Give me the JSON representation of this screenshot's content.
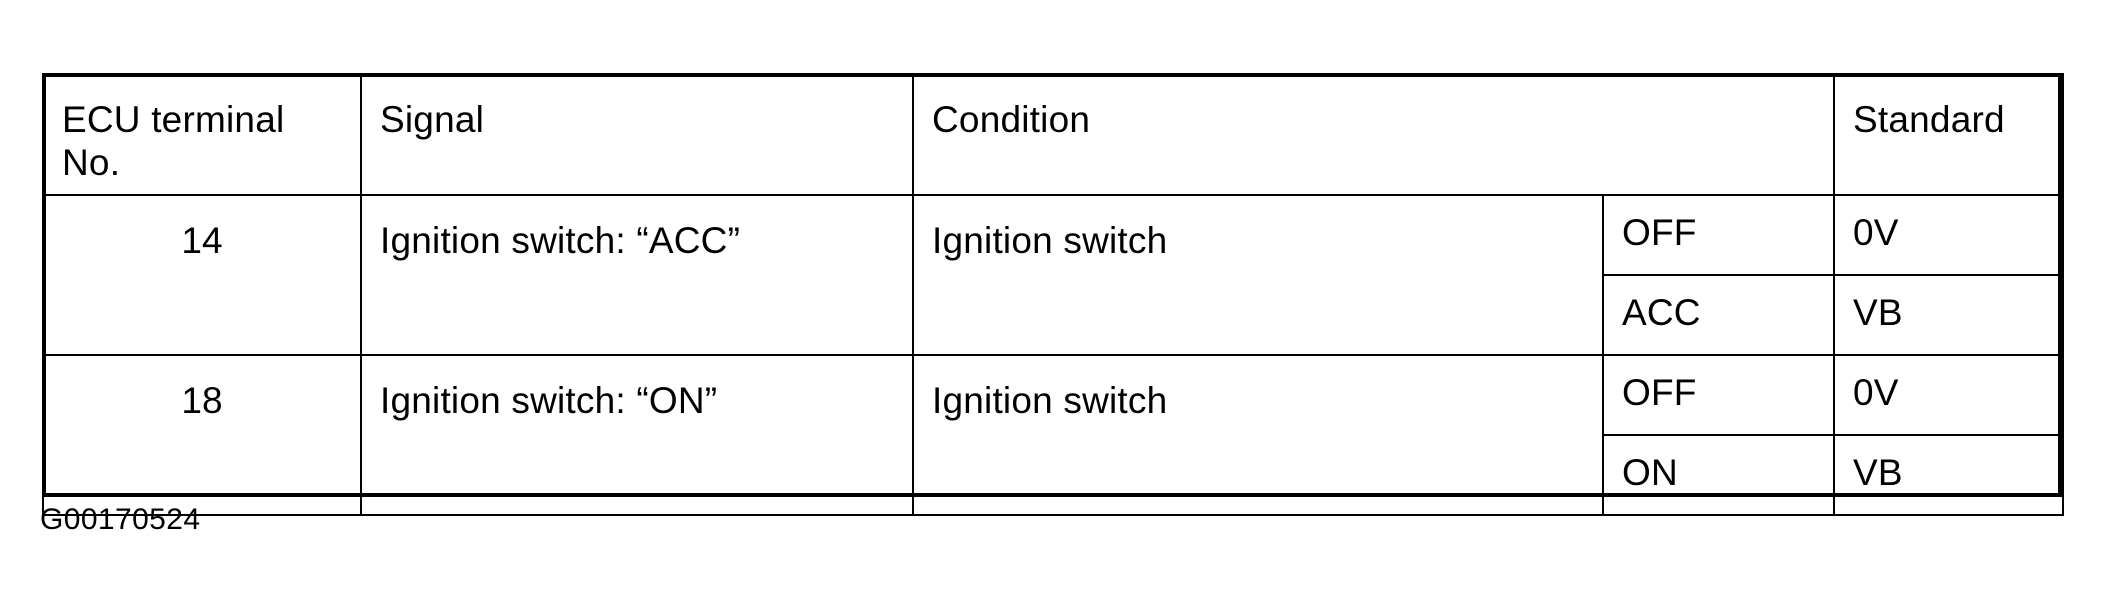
{
  "table": {
    "headers": [
      {
        "id": "ecu-terminal-no",
        "label": "ECU terminal\nNo."
      },
      {
        "id": "signal",
        "label": "Signal"
      },
      {
        "id": "condition",
        "label": "Condition"
      },
      {
        "id": "state",
        "label": ""
      },
      {
        "id": "standard",
        "label": "Standard"
      }
    ],
    "rows": [
      {
        "terminal": "14",
        "signal": "Ignition switch: “ACC”",
        "condition": "Ignition switch",
        "states": [
          {
            "state": "OFF",
            "standard": "0V"
          },
          {
            "state": "ACC",
            "standard": "VB"
          }
        ]
      },
      {
        "terminal": "18",
        "signal": "Ignition switch: “ON”",
        "condition": "Ignition switch",
        "states": [
          {
            "state": "OFF",
            "standard": "0V"
          },
          {
            "state": "ON",
            "standard": "VB"
          }
        ]
      }
    ]
  },
  "caption": {
    "figure_id": "G00170524"
  },
  "colors": {
    "ink": "#000000",
    "paper": "#ffffff"
  }
}
